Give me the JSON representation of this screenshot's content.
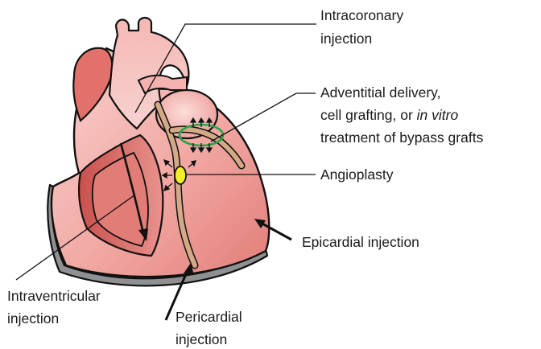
{
  "labels": {
    "intracoronary": [
      "Intracoronary",
      "injection"
    ],
    "adventitial": {
      "line1": "Adventitial delivery,",
      "line2_prefix": "cell grafting, or ",
      "line2_italic": "in vitro",
      "line3": "treatment of bypass grafts"
    },
    "angioplasty": "Angioplasty",
    "epicardial": "Epicardial injection",
    "intraventricular": [
      "Intraventricular",
      "injection"
    ],
    "pericardial": [
      "Pericardial",
      "injection"
    ]
  },
  "colors": {
    "heart_light": "#f6c7c4",
    "heart_mid": "#ef9a94",
    "heart_dark": "#d8605c",
    "pericardium": "#8e9092",
    "vessel": "#d4aa86",
    "balloon": "#f2ee2a",
    "graft_ring": "#27a24a",
    "line": "#111111"
  }
}
